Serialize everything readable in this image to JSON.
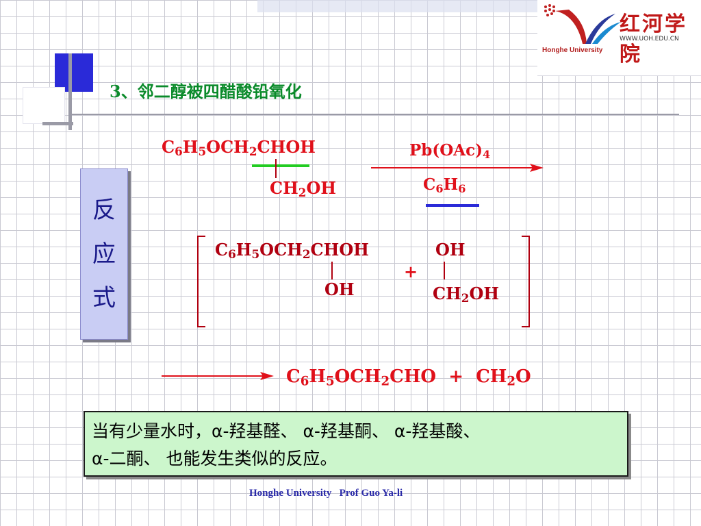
{
  "logo": {
    "chinese_name": "红河学院",
    "url": "WWW.UOH.EDU.CN",
    "english_name": "Honghe University"
  },
  "title": "3、邻二醇被四醋酸铅氧化",
  "side_label": [
    "反",
    "应",
    "式"
  ],
  "reactant": {
    "main": [
      "C",
      "6",
      "H",
      "5",
      "OCH",
      "2",
      "CHOH"
    ],
    "branch": [
      "CH",
      "2",
      "OH"
    ]
  },
  "reagent": {
    "top": [
      "Pb(OAc)",
      "4"
    ],
    "bottom": [
      "C",
      "6",
      "H",
      "6"
    ]
  },
  "intermediate": {
    "left_main": [
      "C",
      "6",
      "H",
      "5",
      "OCH",
      "2",
      "CHOH"
    ],
    "left_branch": "OH",
    "plus": "+",
    "right_top": "OH",
    "right_bottom": [
      "CH",
      "2",
      "OH"
    ]
  },
  "product": [
    "C",
    "6",
    "H",
    "5",
    "OCH",
    "2",
    "CHO",
    "+",
    "CH",
    "2",
    "O"
  ],
  "note": {
    "line1": "当有少量水时，α-羟基醛、 α-羟基酮、 α-羟基酸、",
    "line2": "α-二酮、 也能发生类似的反应。"
  },
  "footer": "Honghe University   Prof Guo Ya-li",
  "colors": {
    "reaction_text": "#e0101a",
    "title_text": "#0a8a2a",
    "highlight_green": "#22cc22",
    "highlight_blue": "#2a2ad8",
    "note_bg": "#ccf6cc"
  }
}
